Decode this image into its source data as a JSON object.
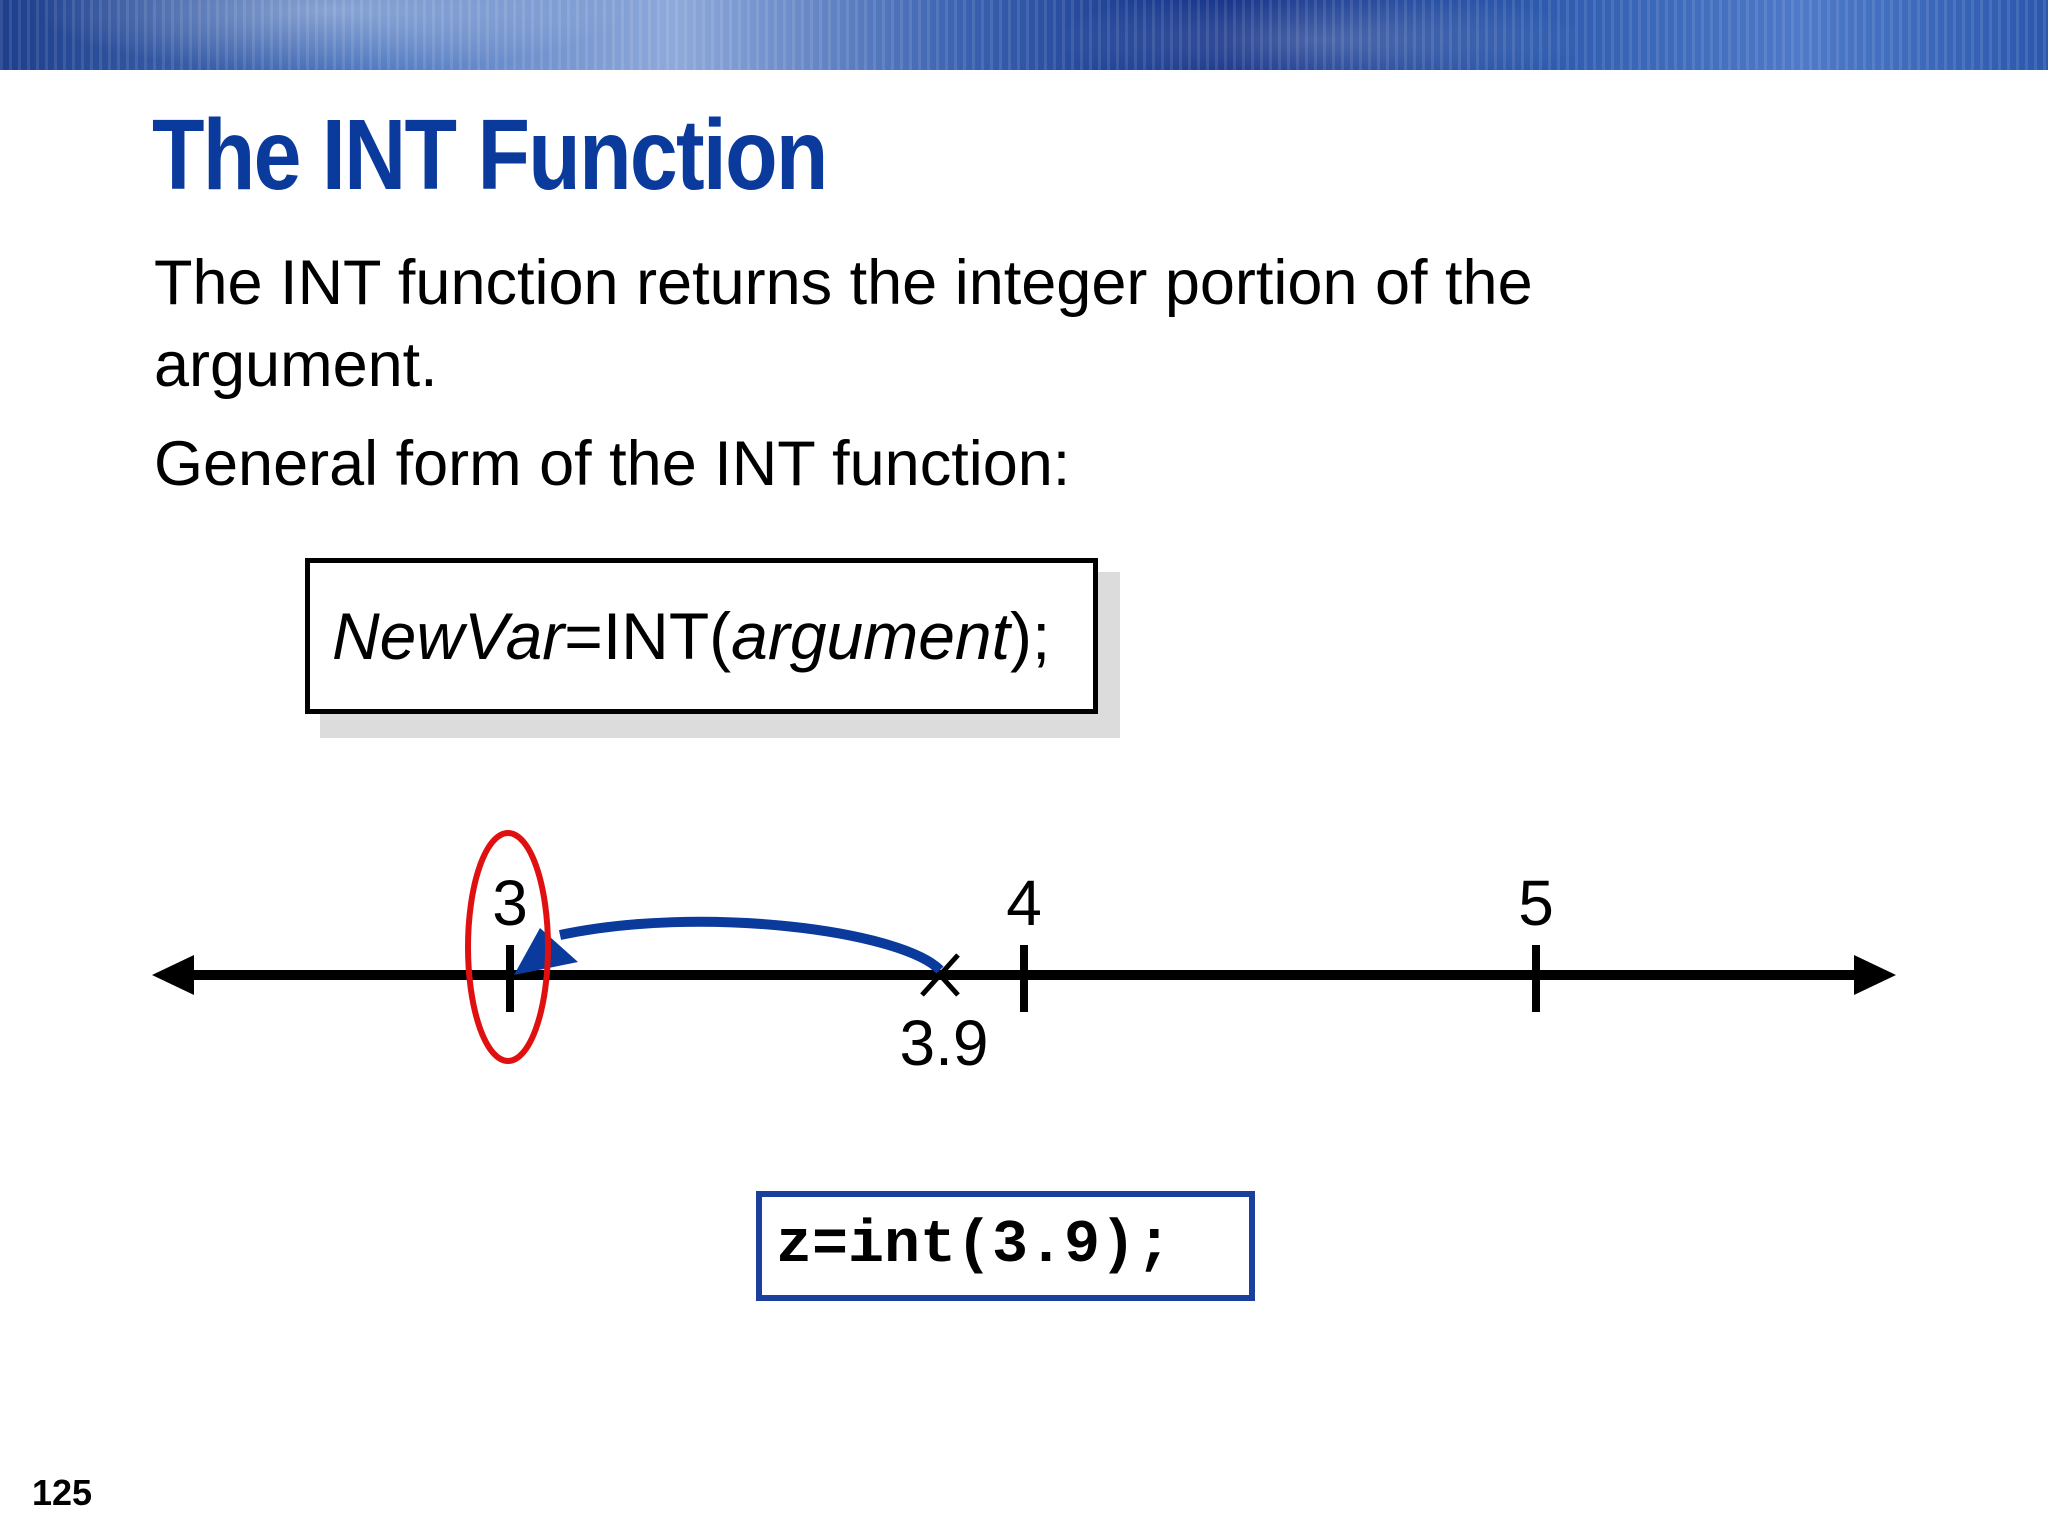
{
  "slide": {
    "title": "The INT Function",
    "line1": "The INT function returns the integer portion of the",
    "line2": "argument.",
    "line3": "General form of the INT function:",
    "general_form": {
      "newvar": "NewVar",
      "int_open": "=INT(",
      "argument": "argument",
      "close": ");"
    },
    "example_code": "z=int(3.9);",
    "slide_number": "125"
  },
  "number_line": {
    "ticks": [
      "3",
      "4",
      "5"
    ],
    "marked_value_label": "3.9",
    "marked_value": 3.9,
    "result_value": 3,
    "colors": {
      "line": "#000000",
      "arrow": "#0a3a9c",
      "circle": "#e01010",
      "title": "#0a3a9c",
      "code_border": "#1a3f9c"
    }
  }
}
